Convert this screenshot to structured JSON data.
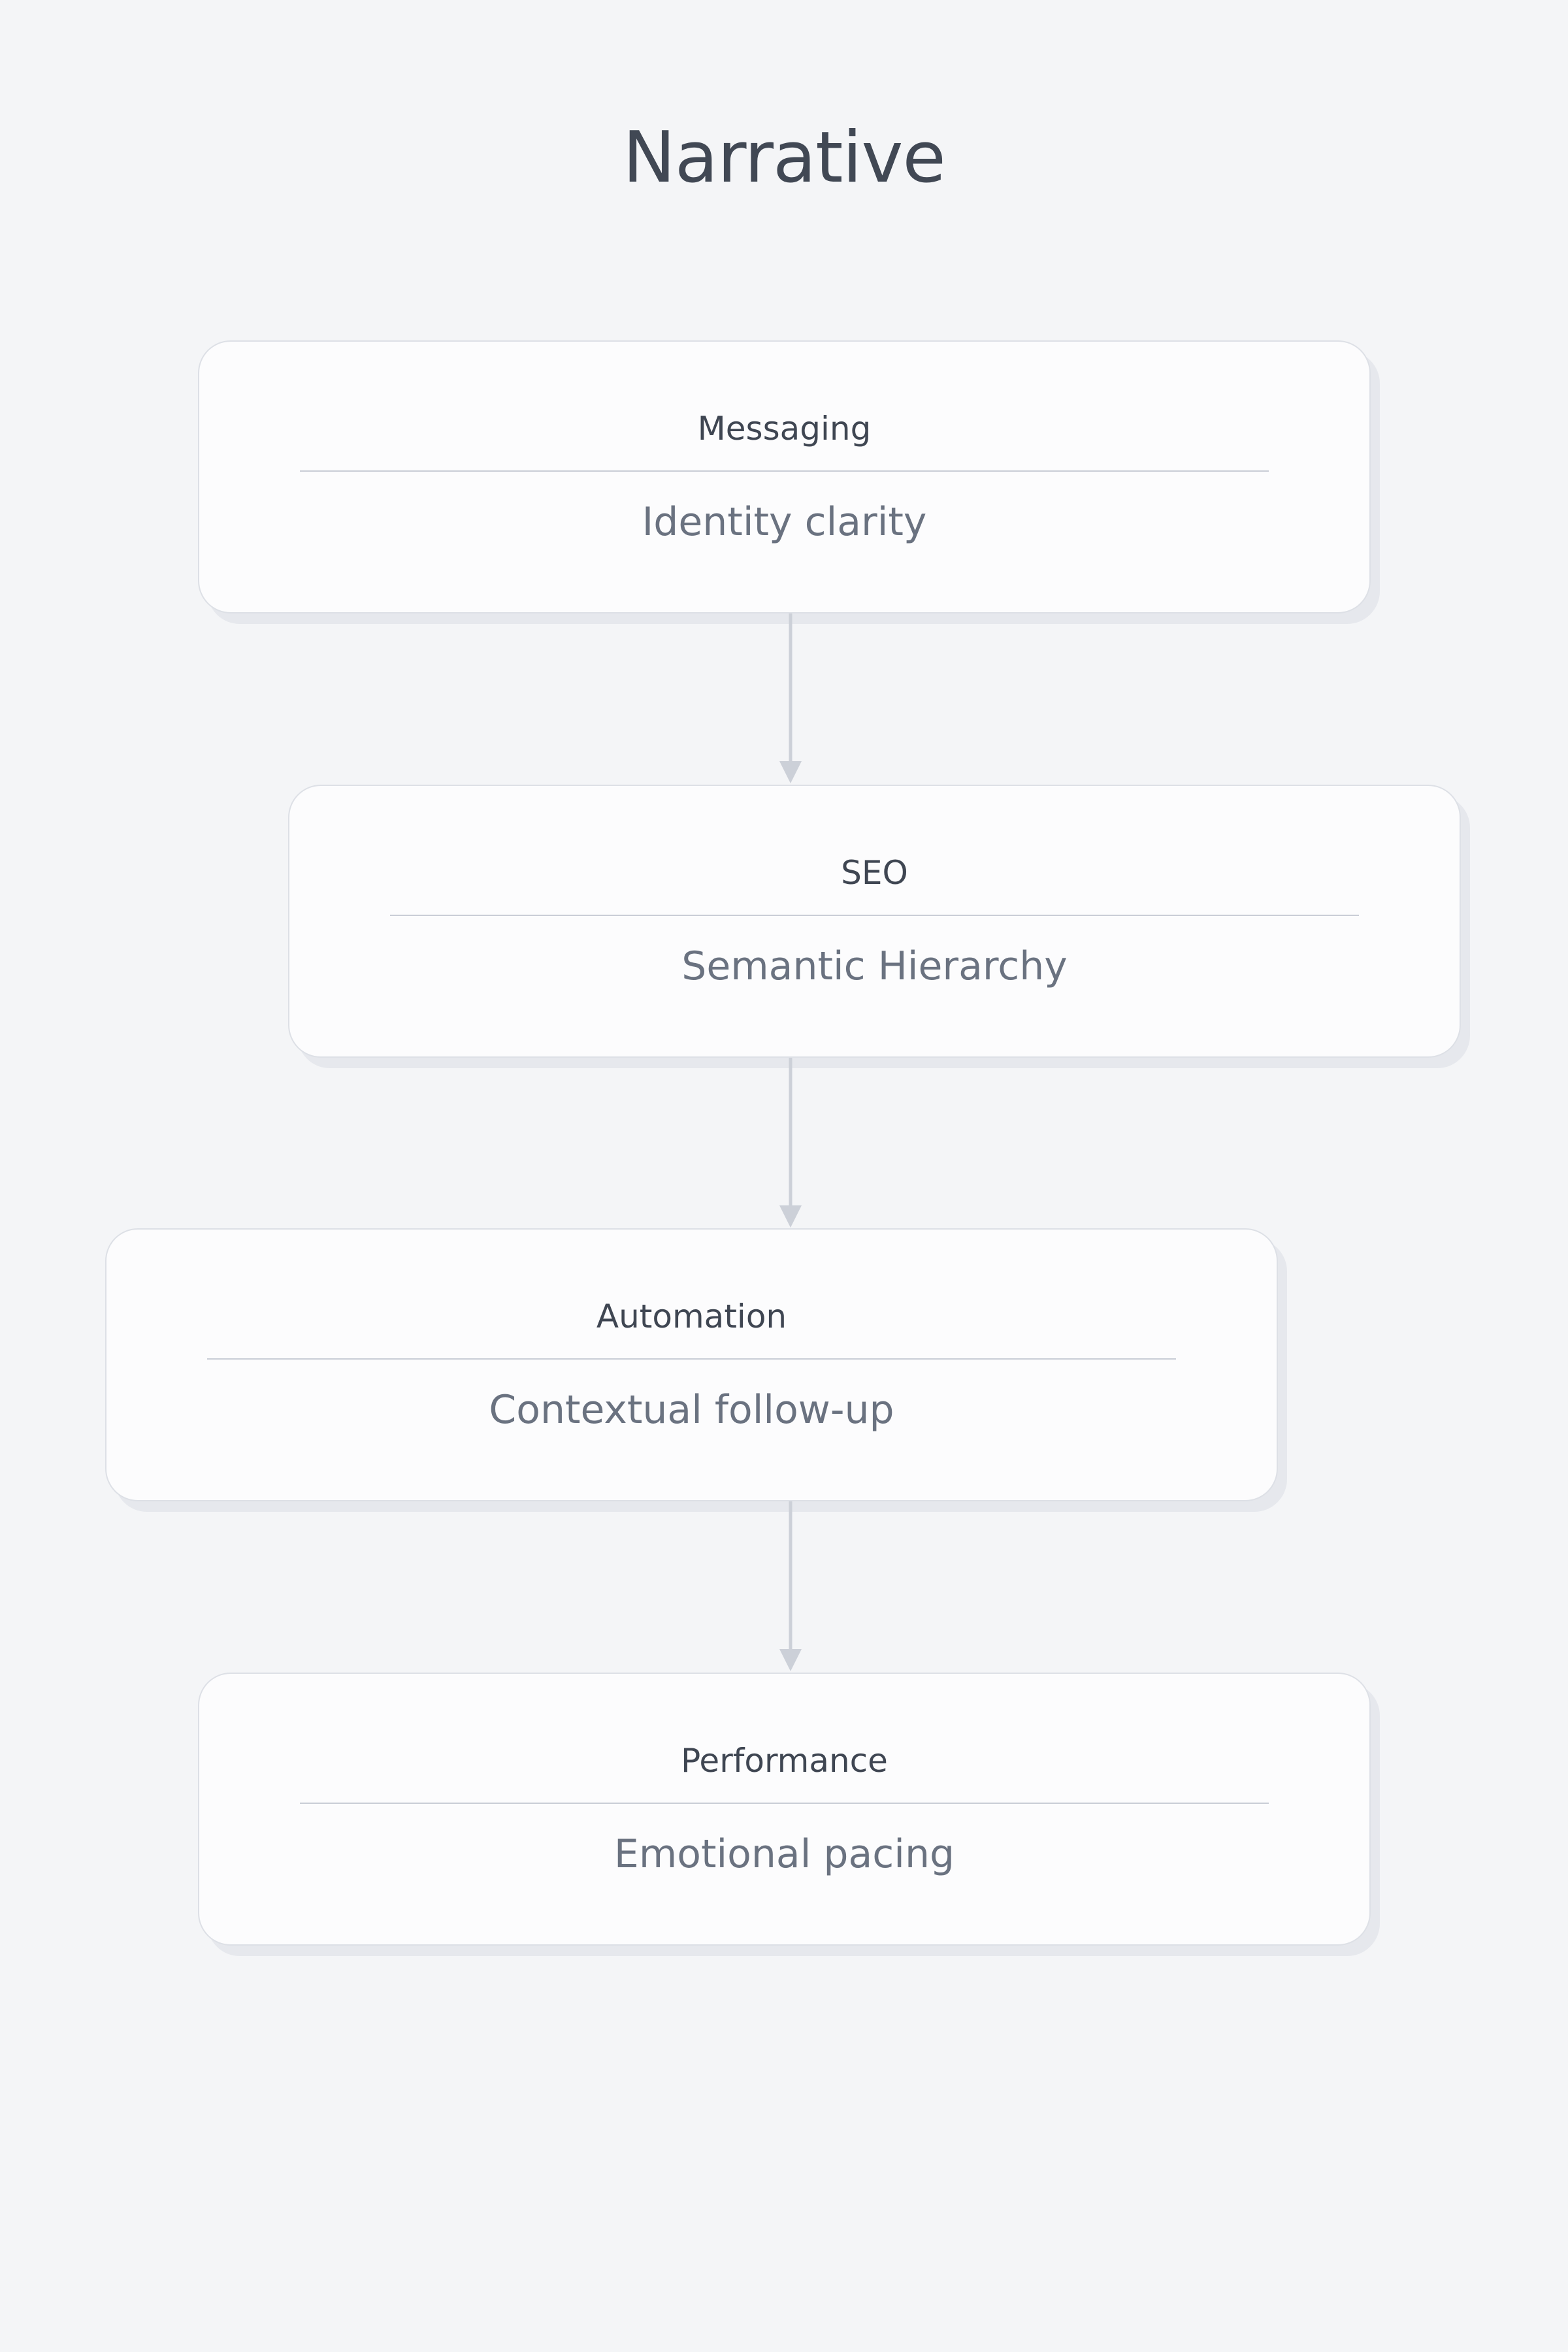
{
  "page": {
    "title": "Narrative",
    "background_color": "#f4f5f7",
    "title_color": "#414854"
  },
  "theme": {
    "card_background": "#fcfcfd",
    "card_border": "#dde0e6",
    "divider_color": "#c9cdd6",
    "heading_color": "#3f4652",
    "subtitle_color": "#6a7280",
    "arrow_color": "#ccd0d8"
  },
  "flow": {
    "nodes": [
      {
        "title": "Messaging",
        "subtitle": "Identity clarity"
      },
      {
        "title": "SEO",
        "subtitle": "Semantic Hierarchy"
      },
      {
        "title": "Automation",
        "subtitle": "Contextual follow-up"
      },
      {
        "title": "Performance",
        "subtitle": "Emotional pacing"
      }
    ],
    "connectors": [
      {
        "icon": "arrow-down-icon",
        "from": "Messaging",
        "to": "SEO"
      },
      {
        "icon": "arrow-down-icon",
        "from": "SEO",
        "to": "Automation"
      },
      {
        "icon": "arrow-down-icon",
        "from": "Automation",
        "to": "Performance"
      }
    ]
  }
}
